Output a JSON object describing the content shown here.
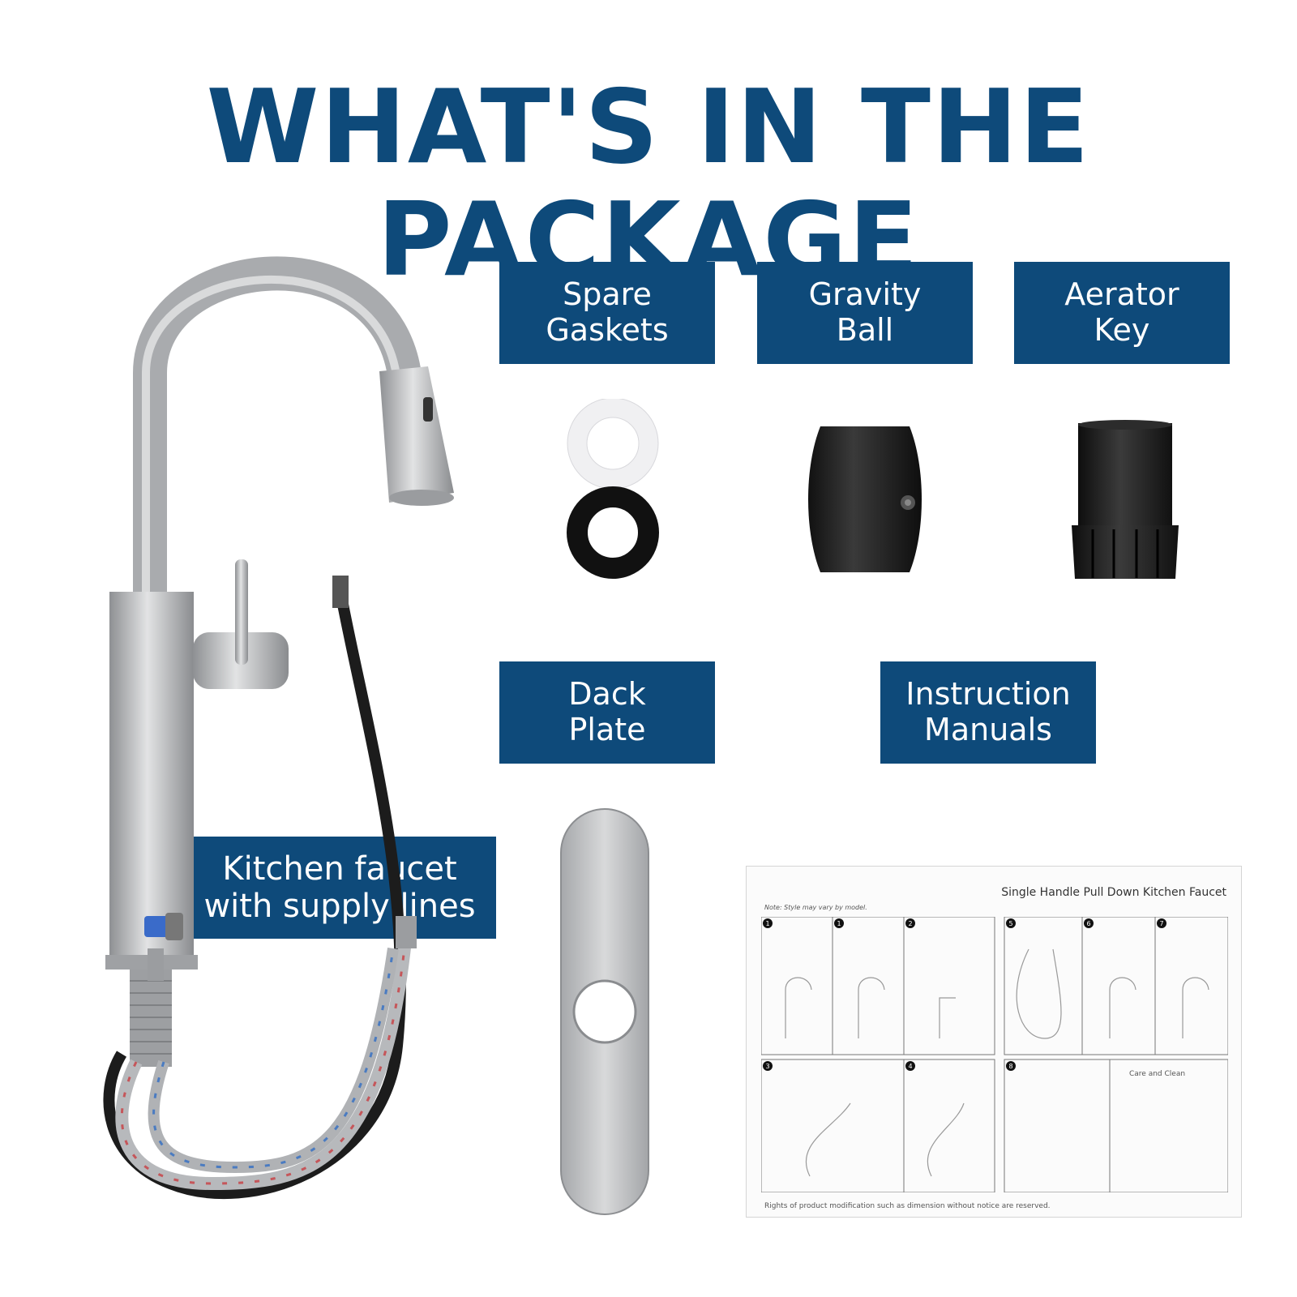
{
  "title": "WHAT'S IN THE PACKAGE",
  "labels": {
    "spare_gaskets": "Spare\nGaskets",
    "gravity_ball": "Gravity\nBall",
    "aerator_key": "Aerator\nKey",
    "deck_plate": "Dack\nPlate",
    "instruction_manuals": "Instruction\nManuals",
    "kitchen_faucet": "Kitchen faucet\nwith supply lines"
  },
  "manual": {
    "title": "Single Handle Pull Down Kitchen Faucet",
    "note": "Note: Style may vary by model.",
    "footer": "Rights of product modification such as dimension without notice are reserved.",
    "steps": [
      "1",
      "1",
      "2",
      "5",
      "6",
      "7",
      "3",
      "4",
      "8"
    ],
    "care_title": "Care and Clean"
  },
  "colors": {
    "brand_blue": "#0e4a7a",
    "label_text": "#ffffff",
    "steel": "#b4b6b8",
    "black_part": "#1c1c1c"
  }
}
